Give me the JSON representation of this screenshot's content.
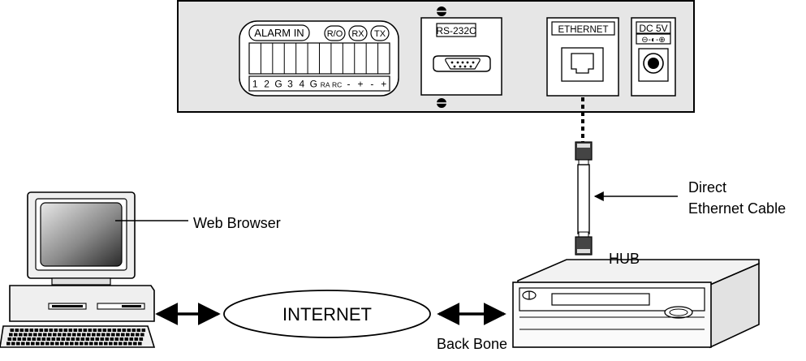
{
  "device_panel": {
    "alarm_in_label": "ALARM IN",
    "ro_label": "R/O",
    "rx_label": "RX",
    "tx_label": "TX",
    "terminal_labels": [
      "1",
      "2",
      "G",
      "3",
      "4",
      "G",
      "RA",
      "RC",
      "-",
      "+",
      "-",
      "+"
    ],
    "rs232c_label": "RS-232C",
    "ethernet_label": "ETHERNET",
    "dc_label": "DC 5V",
    "polarity_symbol": "⊖-◐-⊕"
  },
  "labels": {
    "web_browser": "Web Browser",
    "internet": "INTERNET",
    "back_bone": "Back Bone",
    "hub": "HUB",
    "direct_cable_line1": "Direct",
    "direct_cable_line2": "Ethernet Cable"
  }
}
